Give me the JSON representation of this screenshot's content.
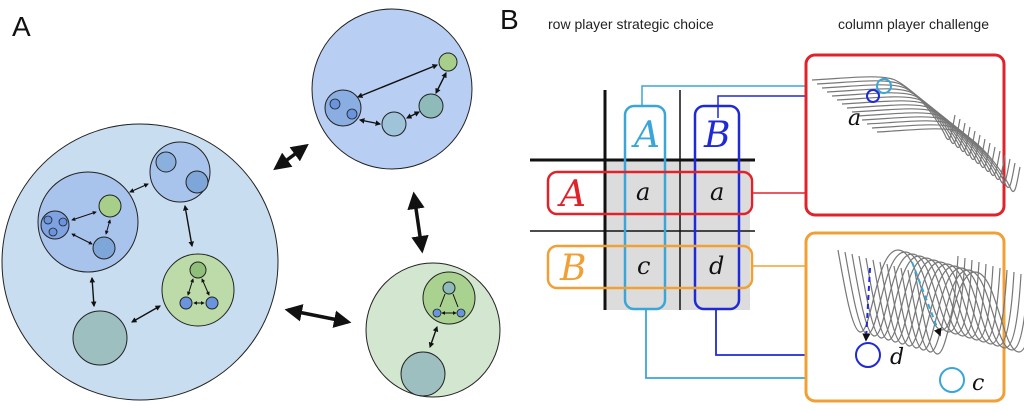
{
  "panel_a": {
    "label": "A"
  },
  "panel_b": {
    "label": "B",
    "row_header": "row player strategic choice",
    "col_header": "column player challenge",
    "col_strategy_a": "A",
    "col_strategy_b": "B",
    "row_strategy_a": "A",
    "row_strategy_b": "B",
    "cell_aa": "a",
    "cell_ab": "a",
    "cell_ba": "c",
    "cell_bb": "d",
    "landscape_top_label": "a",
    "landscape_bottom_label_d": "d",
    "landscape_bottom_label_c": "c"
  },
  "colors": {
    "light_blue_line": "#3aa6d8",
    "dark_blue": "#1f2ad6",
    "red": "#e0232b",
    "orange": "#f0a035",
    "gray_cell": "#dcdcdc",
    "outer_blob": "#c9ddf0",
    "green_blob": "#d3e6cf",
    "blue_blob": "#b8cff3"
  }
}
